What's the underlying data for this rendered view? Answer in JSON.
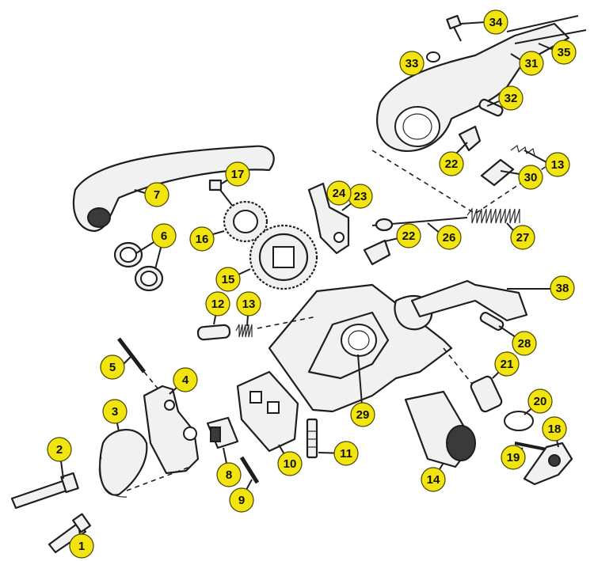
{
  "colors": {
    "badge_fill": "#f2e40f",
    "line": "#1e1e1e",
    "background": "#ffffff"
  },
  "callouts": [
    {
      "id": "1",
      "label": "1"
    },
    {
      "id": "2",
      "label": "2"
    },
    {
      "id": "3",
      "label": "3"
    },
    {
      "id": "4",
      "label": "4"
    },
    {
      "id": "5",
      "label": "5"
    },
    {
      "id": "6",
      "label": "6"
    },
    {
      "id": "7",
      "label": "7"
    },
    {
      "id": "8",
      "label": "8"
    },
    {
      "id": "9",
      "label": "9"
    },
    {
      "id": "10",
      "label": "10"
    },
    {
      "id": "11",
      "label": "11"
    },
    {
      "id": "12",
      "label": "12"
    },
    {
      "id": "13a",
      "label": "13"
    },
    {
      "id": "13b",
      "label": "13"
    },
    {
      "id": "14",
      "label": "14"
    },
    {
      "id": "15",
      "label": "15"
    },
    {
      "id": "16",
      "label": "16"
    },
    {
      "id": "17",
      "label": "17"
    },
    {
      "id": "18",
      "label": "18"
    },
    {
      "id": "19",
      "label": "19"
    },
    {
      "id": "20",
      "label": "20"
    },
    {
      "id": "21",
      "label": "21"
    },
    {
      "id": "22a",
      "label": "22"
    },
    {
      "id": "22b",
      "label": "22"
    },
    {
      "id": "23",
      "label": "23"
    },
    {
      "id": "24",
      "label": "24"
    },
    {
      "id": "26",
      "label": "26"
    },
    {
      "id": "27",
      "label": "27"
    },
    {
      "id": "28",
      "label": "28"
    },
    {
      "id": "29",
      "label": "29"
    },
    {
      "id": "30",
      "label": "30"
    },
    {
      "id": "31",
      "label": "31"
    },
    {
      "id": "32",
      "label": "32"
    },
    {
      "id": "33",
      "label": "33"
    },
    {
      "id": "34",
      "label": "34"
    },
    {
      "id": "35",
      "label": "35"
    },
    {
      "id": "38",
      "label": "38"
    }
  ]
}
